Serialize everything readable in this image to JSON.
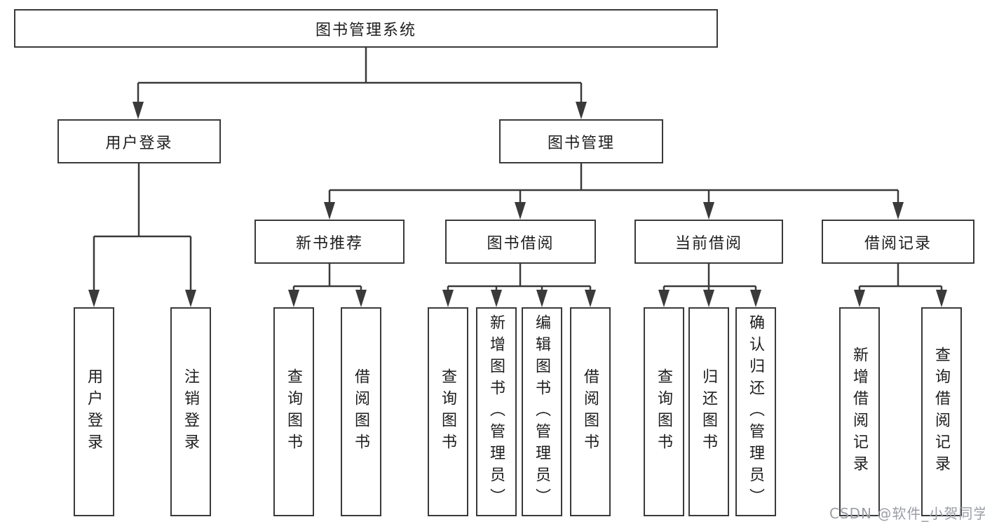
{
  "colors": {
    "background": "#ffffff",
    "line": "#3a3a3a",
    "text": "#1e1e1e",
    "watermark_text": "#9b9ea6"
  },
  "watermark": "CSDN @软件_小贺同学",
  "tree": {
    "root": {
      "label": "图书管理系统"
    },
    "branches": [
      {
        "label": "用户登录",
        "children": [
          "用户登录",
          "注销登录"
        ]
      },
      {
        "label": "图书管理",
        "children": [
          {
            "label": "新书推荐",
            "children": [
              "查询图书",
              "借阅图书"
            ]
          },
          {
            "label": "图书借阅",
            "children": [
              "查询图书",
              "新增图书（管理员）",
              "编辑图书（管理员）",
              "借阅图书"
            ]
          },
          {
            "label": "当前借阅",
            "children": [
              "查询图书",
              "归还图书",
              "确认归还（管理员）"
            ]
          },
          {
            "label": "借阅记录",
            "children": [
              "新增借阅记录",
              "查询借阅记录"
            ]
          }
        ]
      }
    ]
  }
}
